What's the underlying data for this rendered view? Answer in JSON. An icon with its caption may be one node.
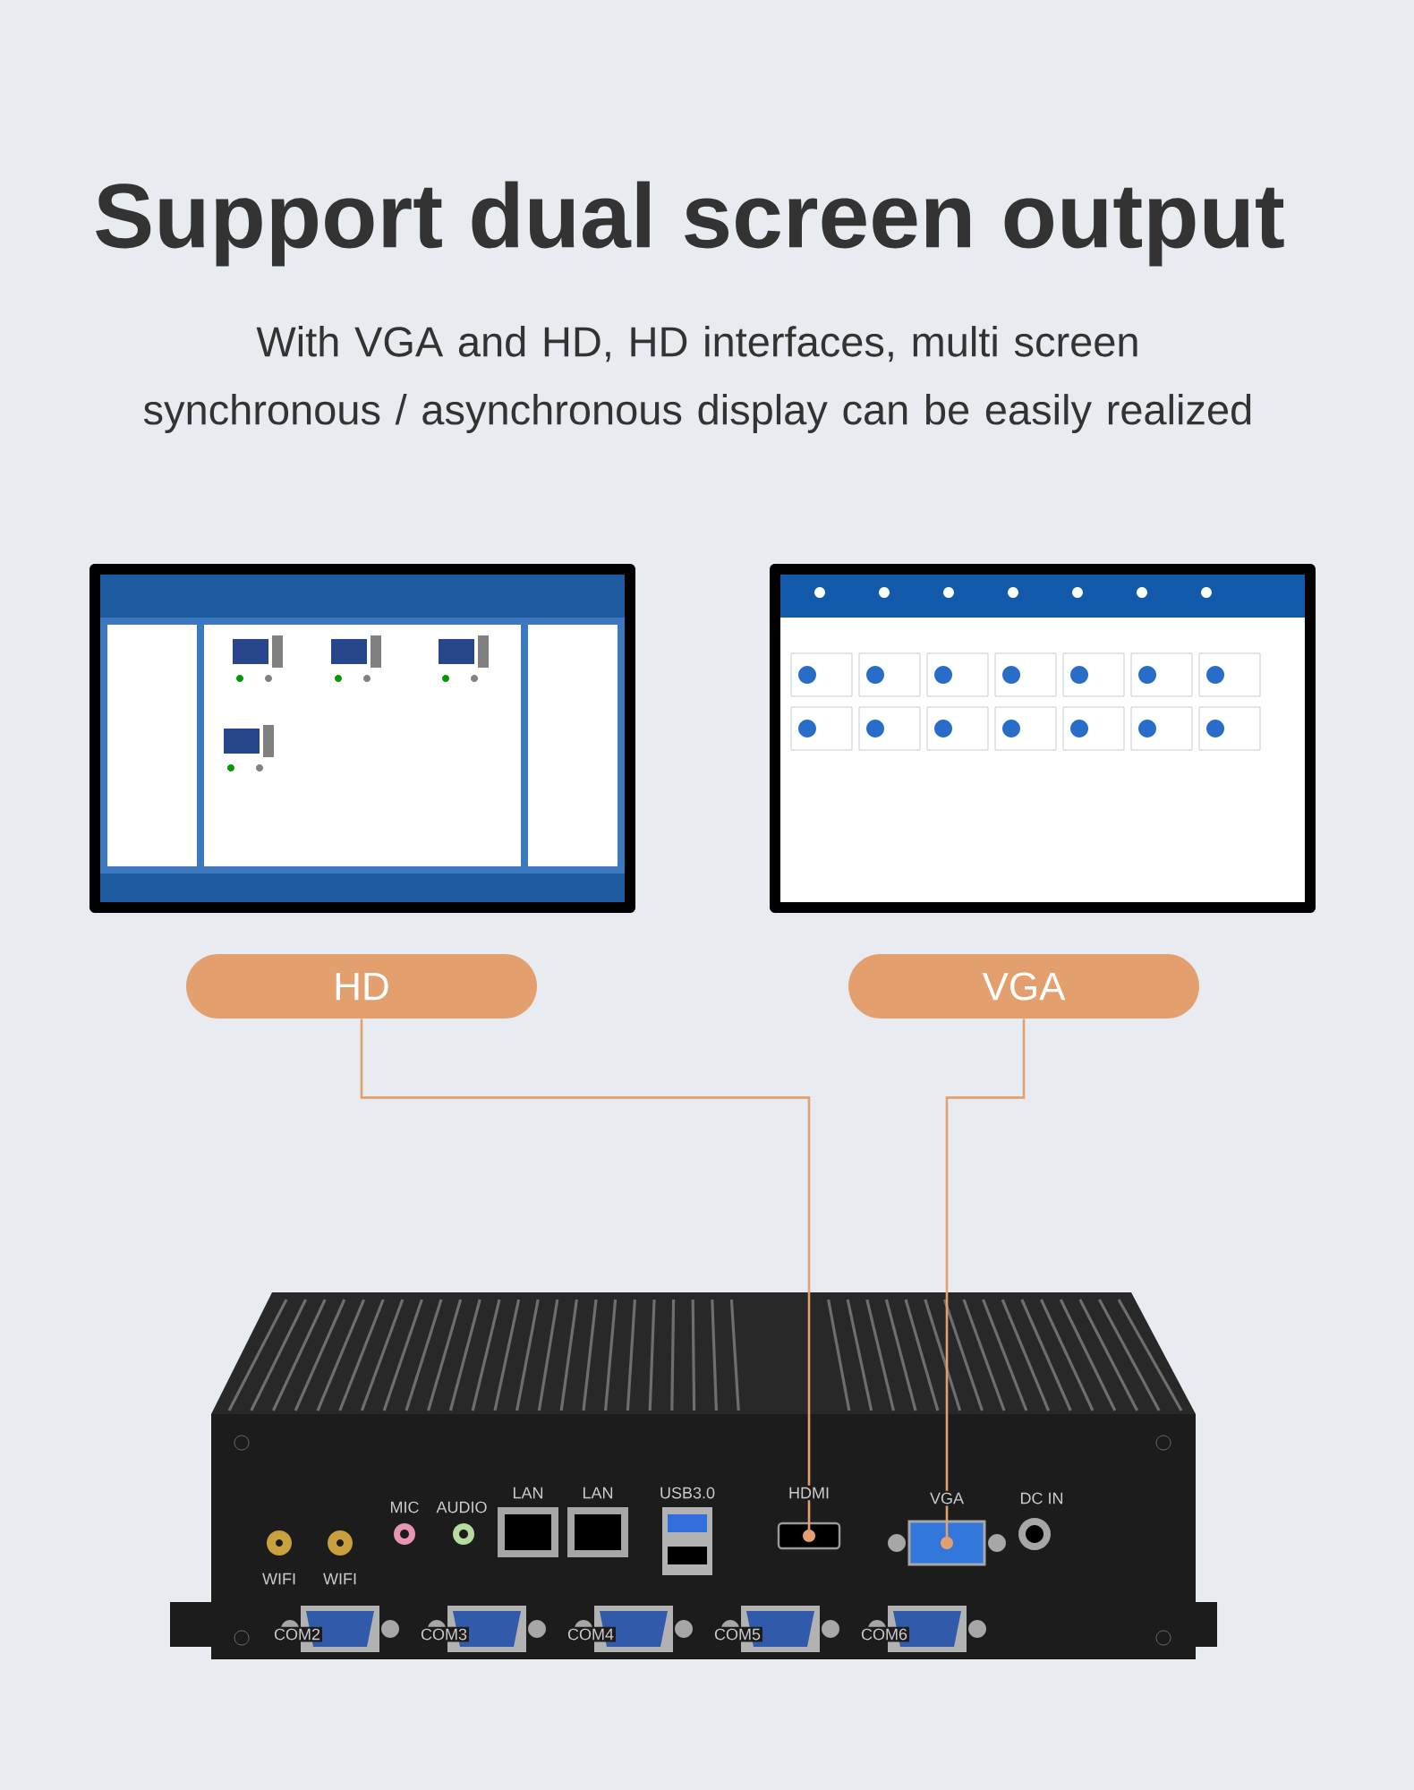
{
  "diagram": {
    "title": "Support dual screen output",
    "nodes": [
      {
        "text": [
          "HD"
        ]
      },
      {
        "text": [
          "VGA"
        ]
      },
      {
        "text": [],
        "shape": "box"
      },
      {
        "text": [],
        "shape": "box"
      }
    ],
    "edges": [
      {
        "from": 0,
        "to": 2,
        "arrow": "other"
      },
      {
        "from": 1,
        "to": 3,
        "arrow": "other"
      }
    ],
    "labels": [
      "With VGA and HD,    HD interfaces, multi screen synchronous / asynchronous display can be easily realized",
      "MIC",
      "AUDIO",
      "LAN",
      "LAN",
      "USB3.0",
      "HDMI",
      "VGA",
      "DC IN",
      "WIFI",
      "WIFI",
      "COM2",
      "COM3",
      "COM4",
      "COM5",
      "COM6"
    ]
  }
}
